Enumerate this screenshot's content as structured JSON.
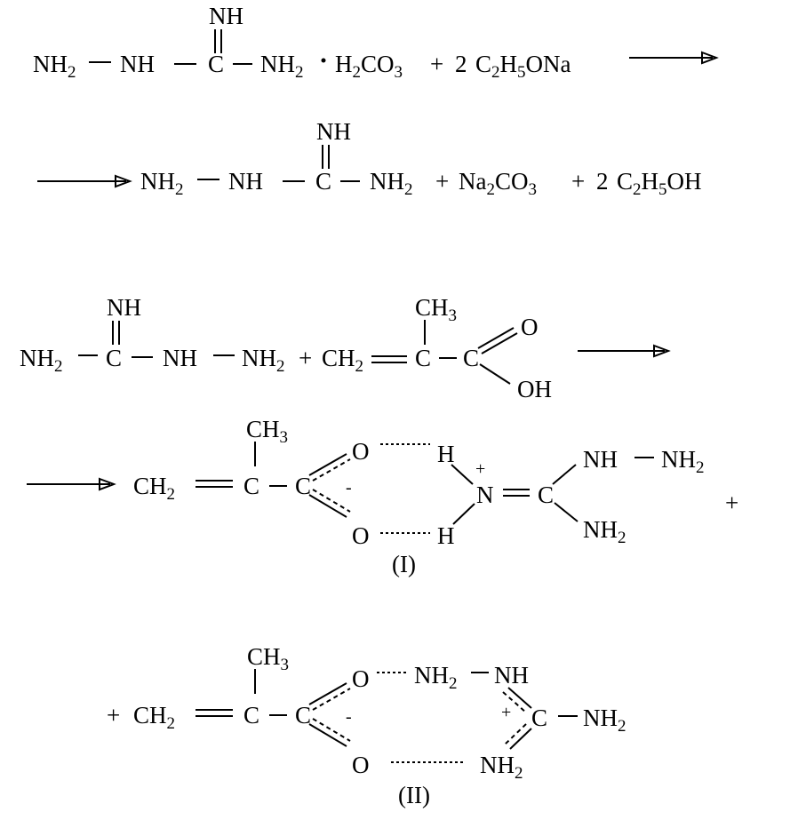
{
  "r1": {
    "nh": "NH",
    "nh2_a": "NH",
    "nh2_a_sub": "2",
    "nh_a": "NH",
    "c": "C",
    "nh2_b": "NH",
    "nh2_b_sub": "2",
    "h2co3_h": "H",
    "h2co3_sub": "2",
    "h2co3_co": "CO",
    "h2co3_sub2": "3",
    "plus": "+",
    "coef": "2",
    "et_c": "C",
    "et_sub1": "2",
    "et_h": "H",
    "et_sub2": "5",
    "et_ona": "ONa"
  },
  "r2": {
    "nh": "NH",
    "nh2_a": "NH",
    "nh2_a_sub": "2",
    "nh_a": "NH",
    "c": "C",
    "nh2_b": "NH",
    "nh2_b_sub": "2",
    "plus1": "+",
    "na": "Na",
    "na_sub": "2",
    "co": "CO",
    "co_sub": "3",
    "plus2": "+",
    "coef": "2",
    "eto_c": "C",
    "eto_sub1": "2",
    "eto_h": "H",
    "eto_sub2": "5",
    "eto_oh": "OH"
  },
  "r3": {
    "nh": "NH",
    "nh2_a": "NH",
    "nh2_a_sub": "2",
    "c": "C",
    "nh_a": "NH",
    "nh2_b": "NH",
    "nh2_b_sub": "2",
    "plus": "+",
    "ch2": "CH",
    "ch2_sub": "2",
    "ch3": "CH",
    "ch3_sub": "3",
    "c2": "C",
    "c3": "C",
    "o": "O",
    "oh": "OH"
  },
  "r4": {
    "ch3": "CH",
    "ch3_sub": "3",
    "ch2": "CH",
    "ch2_sub": "2",
    "c1": "C",
    "c2": "C",
    "minus": "-",
    "o1": "O",
    "o2": "O",
    "h1": "H",
    "h2": "H",
    "plus_charge": "+",
    "n": "N",
    "c3": "C",
    "nh": "NH",
    "nh2_a": "NH",
    "nh2_a_sub": "2",
    "nh2_b": "NH",
    "nh2_b_sub": "2",
    "plus_trail": "+",
    "label": "(I)"
  },
  "r5": {
    "plus_lead": "+",
    "ch3": "CH",
    "ch3_sub": "3",
    "ch2": "CH",
    "ch2_sub": "2",
    "c1": "C",
    "c2": "C",
    "minus": "-",
    "o1": "O",
    "o2": "O",
    "nh2_a": "NH",
    "nh2_a_sub": "2",
    "nh": "NH",
    "plus_charge": "+",
    "c3": "C",
    "nh2_b": "NH",
    "nh2_b_sub": "2",
    "nh2_c": "NH",
    "nh2_c_sub": "2",
    "label": "(II)"
  }
}
